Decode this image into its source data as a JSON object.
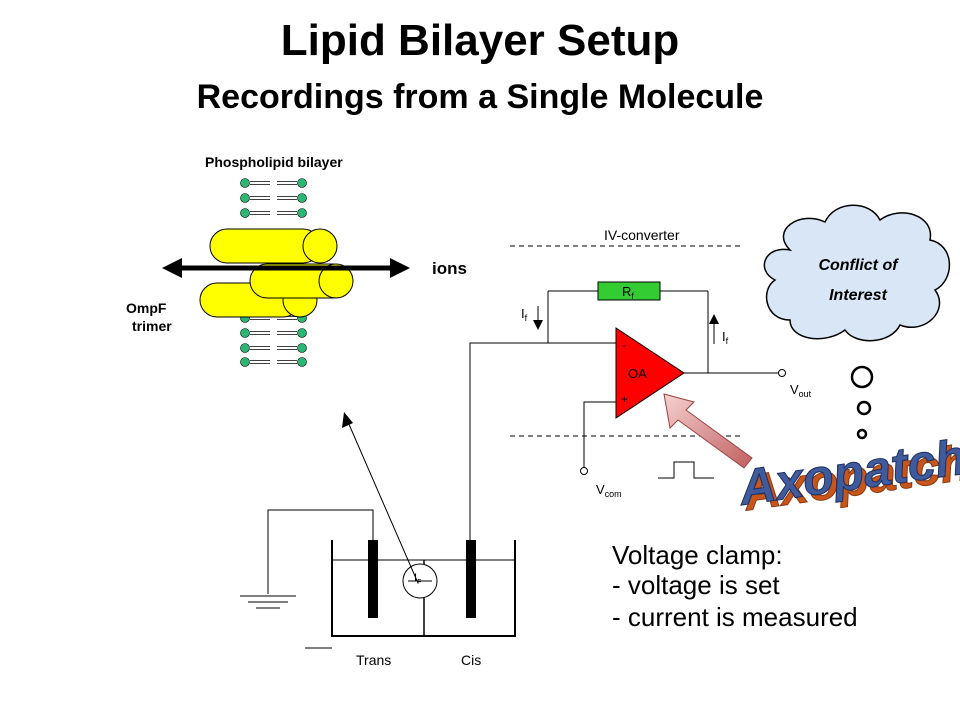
{
  "title": "Lipid Bilayer Setup",
  "subtitle": "Recordings from a Single Molecule",
  "bilayer": {
    "label": "Phospholipid bilayer",
    "ions_label": "ions",
    "ompf_label_line1": "OmpF",
    "ompf_label_line2": "trimer"
  },
  "circuit": {
    "iv_converter_label": "IV-converter",
    "resistor_label_main": "R",
    "resistor_label_sub": "f",
    "current_label_main": "I",
    "current_label_sub": "f",
    "opamp_label": "OA",
    "opamp_minus": "-",
    "opamp_plus": "+",
    "vout_main": "V",
    "vout_sub": "out",
    "vcom_main": "V",
    "vcom_sub": "com"
  },
  "chamber": {
    "trans_label": "Trans",
    "cis_label": "Cis",
    "meter_main": "I",
    "meter_sub": "F"
  },
  "thought_bubble": {
    "line1": "Conflict of",
    "line2": "Interest"
  },
  "axopatch_label": "Axopatch",
  "voltage_clamp": {
    "heading": "Voltage clamp:",
    "line1": "- voltage is set",
    "line2": "- current is measured"
  },
  "colors": {
    "lipid_head": "#2bb673",
    "ompf_yellow": "#ffff00",
    "resistor_green": "#33cc33",
    "opamp_red": "#ff0000",
    "cloud_fill": "#d9e6f5",
    "axopatch_text": "#3f5b9c",
    "axopatch_shadow": "#c8561b",
    "arrow_fill": "#e8b0b0"
  }
}
